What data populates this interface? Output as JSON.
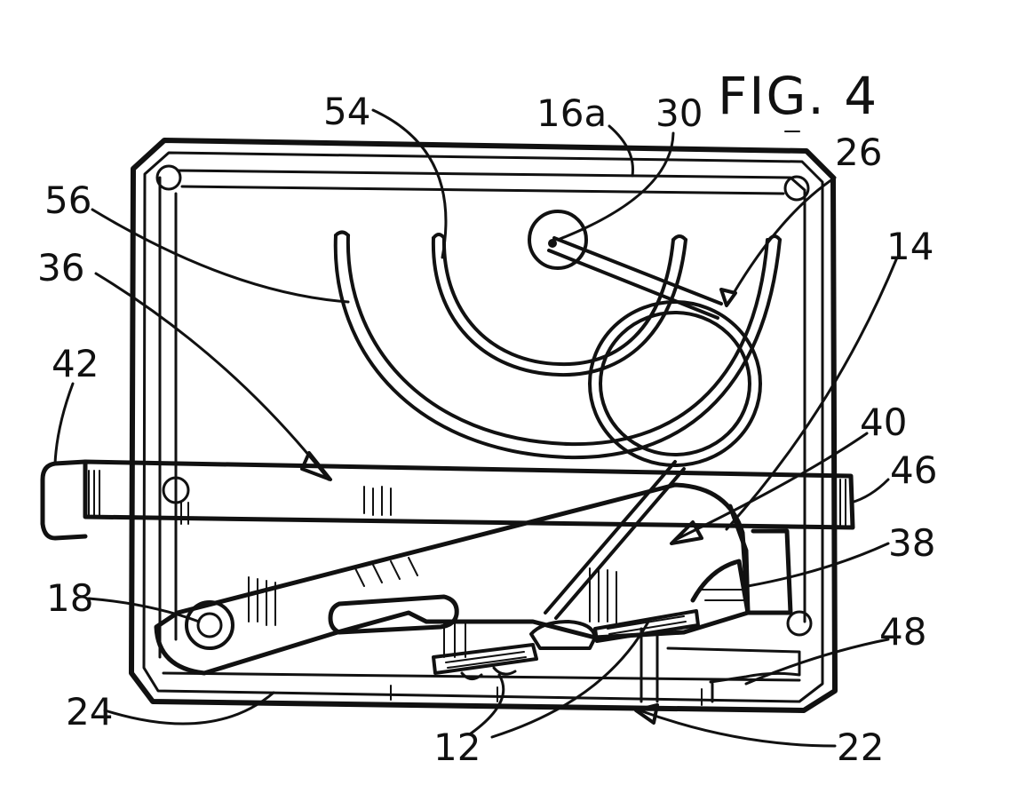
{
  "figure": {
    "title": "FIG. 4",
    "labels": {
      "l54": "54",
      "l16a": "16a",
      "l30": "30",
      "l26": "26",
      "l56": "56",
      "l36": "36",
      "l14": "14",
      "l42": "42",
      "l40": "40",
      "l46": "46",
      "l38": "38",
      "l18": "18",
      "l48": "48",
      "l24": "24",
      "l12": "12",
      "l22": "22"
    }
  }
}
